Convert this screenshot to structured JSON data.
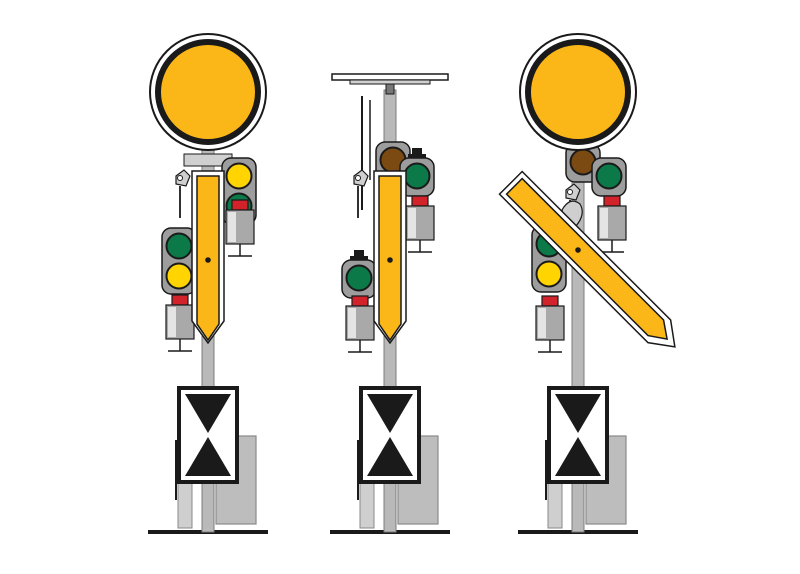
{
  "figure": {
    "signals": [
      {
        "id": "signal-left",
        "disc_state": "shown",
        "wing_state": "vertical",
        "upper_lamps": [
          "yellow",
          "green"
        ],
        "lower_lamps": [
          "green",
          "yellow"
        ]
      },
      {
        "id": "signal-middle",
        "disc_state": "folded",
        "wing_state": "vertical",
        "upper_lamps": [
          "brown",
          "green"
        ],
        "lower_lamps": [
          "green"
        ]
      },
      {
        "id": "signal-right",
        "disc_state": "shown",
        "wing_state": "diagonal",
        "upper_lamps": [
          "brown",
          "green"
        ],
        "lower_lamps": [
          "green",
          "yellow"
        ]
      }
    ]
  },
  "colors": {
    "disc_yellow": "#fbb617",
    "disc_ring": "#1a1a1a",
    "mast_grey": "#b9b9b9",
    "housing_grey": "#9d9d9d",
    "lamp_green": "#0b7a48",
    "lamp_green_light": "#1cad63",
    "lamp_yellow": "#ffd400",
    "lamp_brown": "#7a4a12",
    "red_cap": "#d2232a",
    "outline": "#1a1a1a",
    "background": "#ffffff"
  }
}
